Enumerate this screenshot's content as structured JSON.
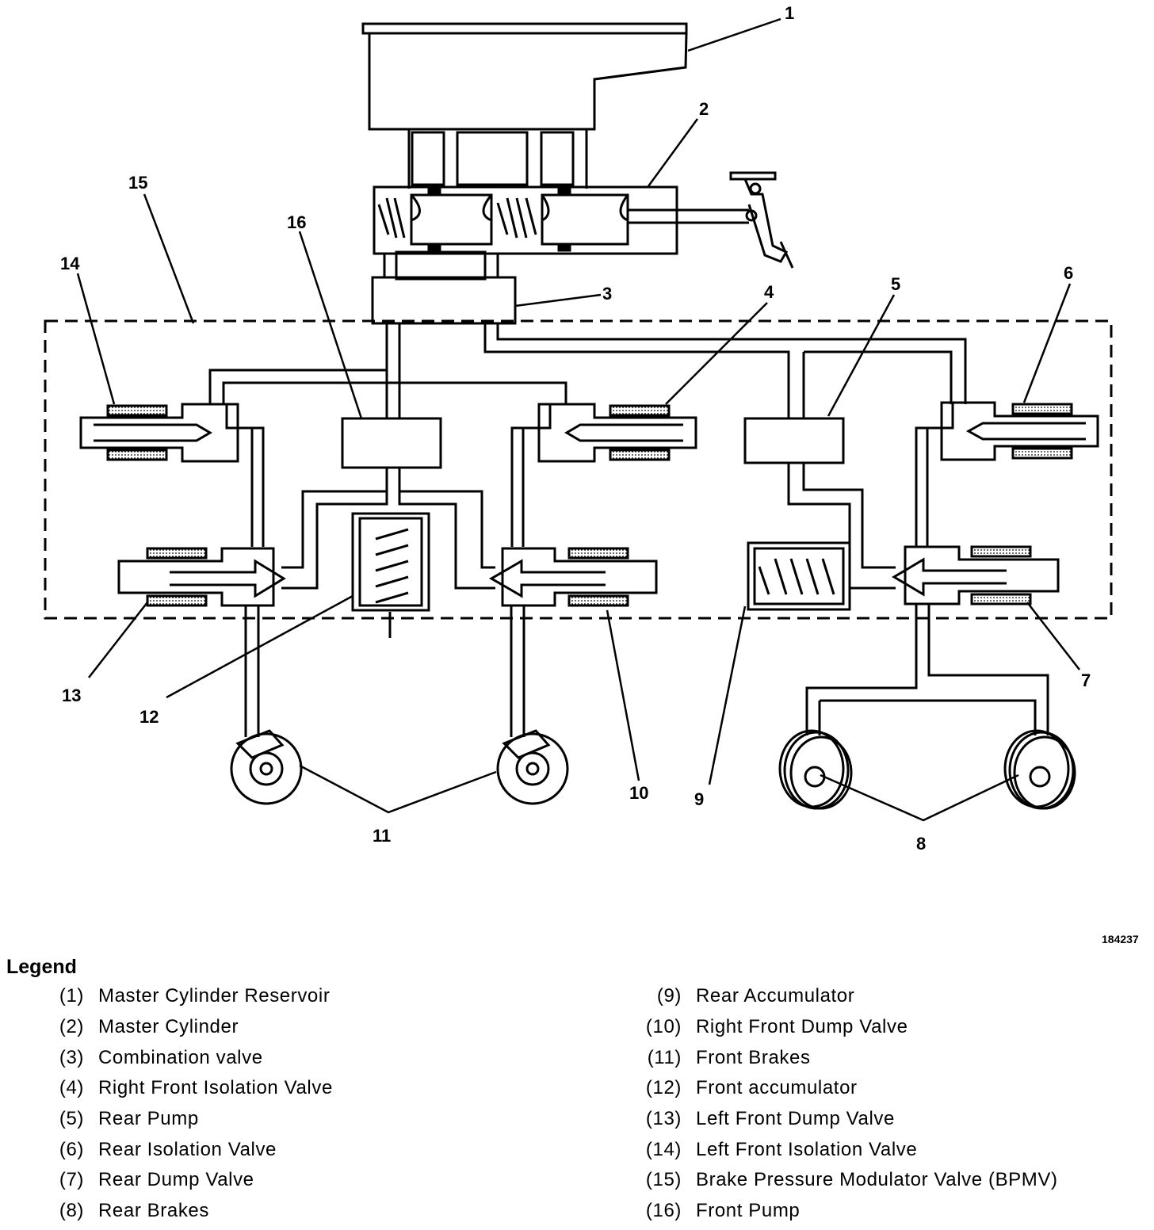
{
  "callouts": [
    "1",
    "2",
    "3",
    "4",
    "5",
    "6",
    "7",
    "8",
    "9",
    "10",
    "11",
    "12",
    "13",
    "14",
    "15",
    "16"
  ],
  "figure_id": "184237",
  "legend": {
    "title": "Legend",
    "left": [
      {
        "num": "(1)",
        "text": "Master Cylinder Reservoir"
      },
      {
        "num": "(2)",
        "text": "Master Cylinder"
      },
      {
        "num": "(3)",
        "text": "Combination valve"
      },
      {
        "num": "(4)",
        "text": "Right Front Isolation Valve"
      },
      {
        "num": "(5)",
        "text": "Rear Pump"
      },
      {
        "num": "(6)",
        "text": "Rear Isolation Valve"
      },
      {
        "num": "(7)",
        "text": "Rear Dump Valve"
      },
      {
        "num": "(8)",
        "text": "Rear Brakes"
      }
    ],
    "right": [
      {
        "num": "(9)",
        "text": "Rear Accumulator"
      },
      {
        "num": "(10)",
        "text": "Right Front Dump Valve"
      },
      {
        "num": "(11)",
        "text": "Front Brakes"
      },
      {
        "num": "(12)",
        "text": "Front accumulator"
      },
      {
        "num": "(13)",
        "text": "Left Front Dump Valve"
      },
      {
        "num": "(14)",
        "text": "Left Front Isolation Valve"
      },
      {
        "num": "(15)",
        "text": "Brake Pressure Modulator Valve (BPMV)"
      },
      {
        "num": "(16)",
        "text": "Front Pump"
      }
    ]
  }
}
